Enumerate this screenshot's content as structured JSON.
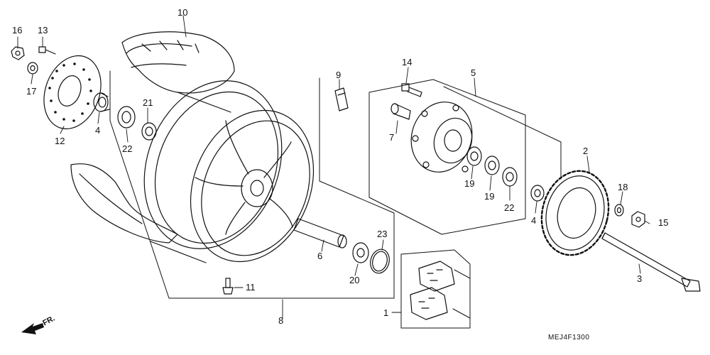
{
  "diagram": {
    "drawing_code": "MEJ4F1300",
    "direction_label": "FR.",
    "callouts": [
      "16",
      "13",
      "17",
      "12",
      "4",
      "22",
      "21",
      "10",
      "9",
      "14",
      "5",
      "7",
      "19",
      "19",
      "22",
      "2",
      "18",
      "15",
      "4",
      "3",
      "6",
      "23",
      "20",
      "11",
      "8",
      "1"
    ]
  }
}
